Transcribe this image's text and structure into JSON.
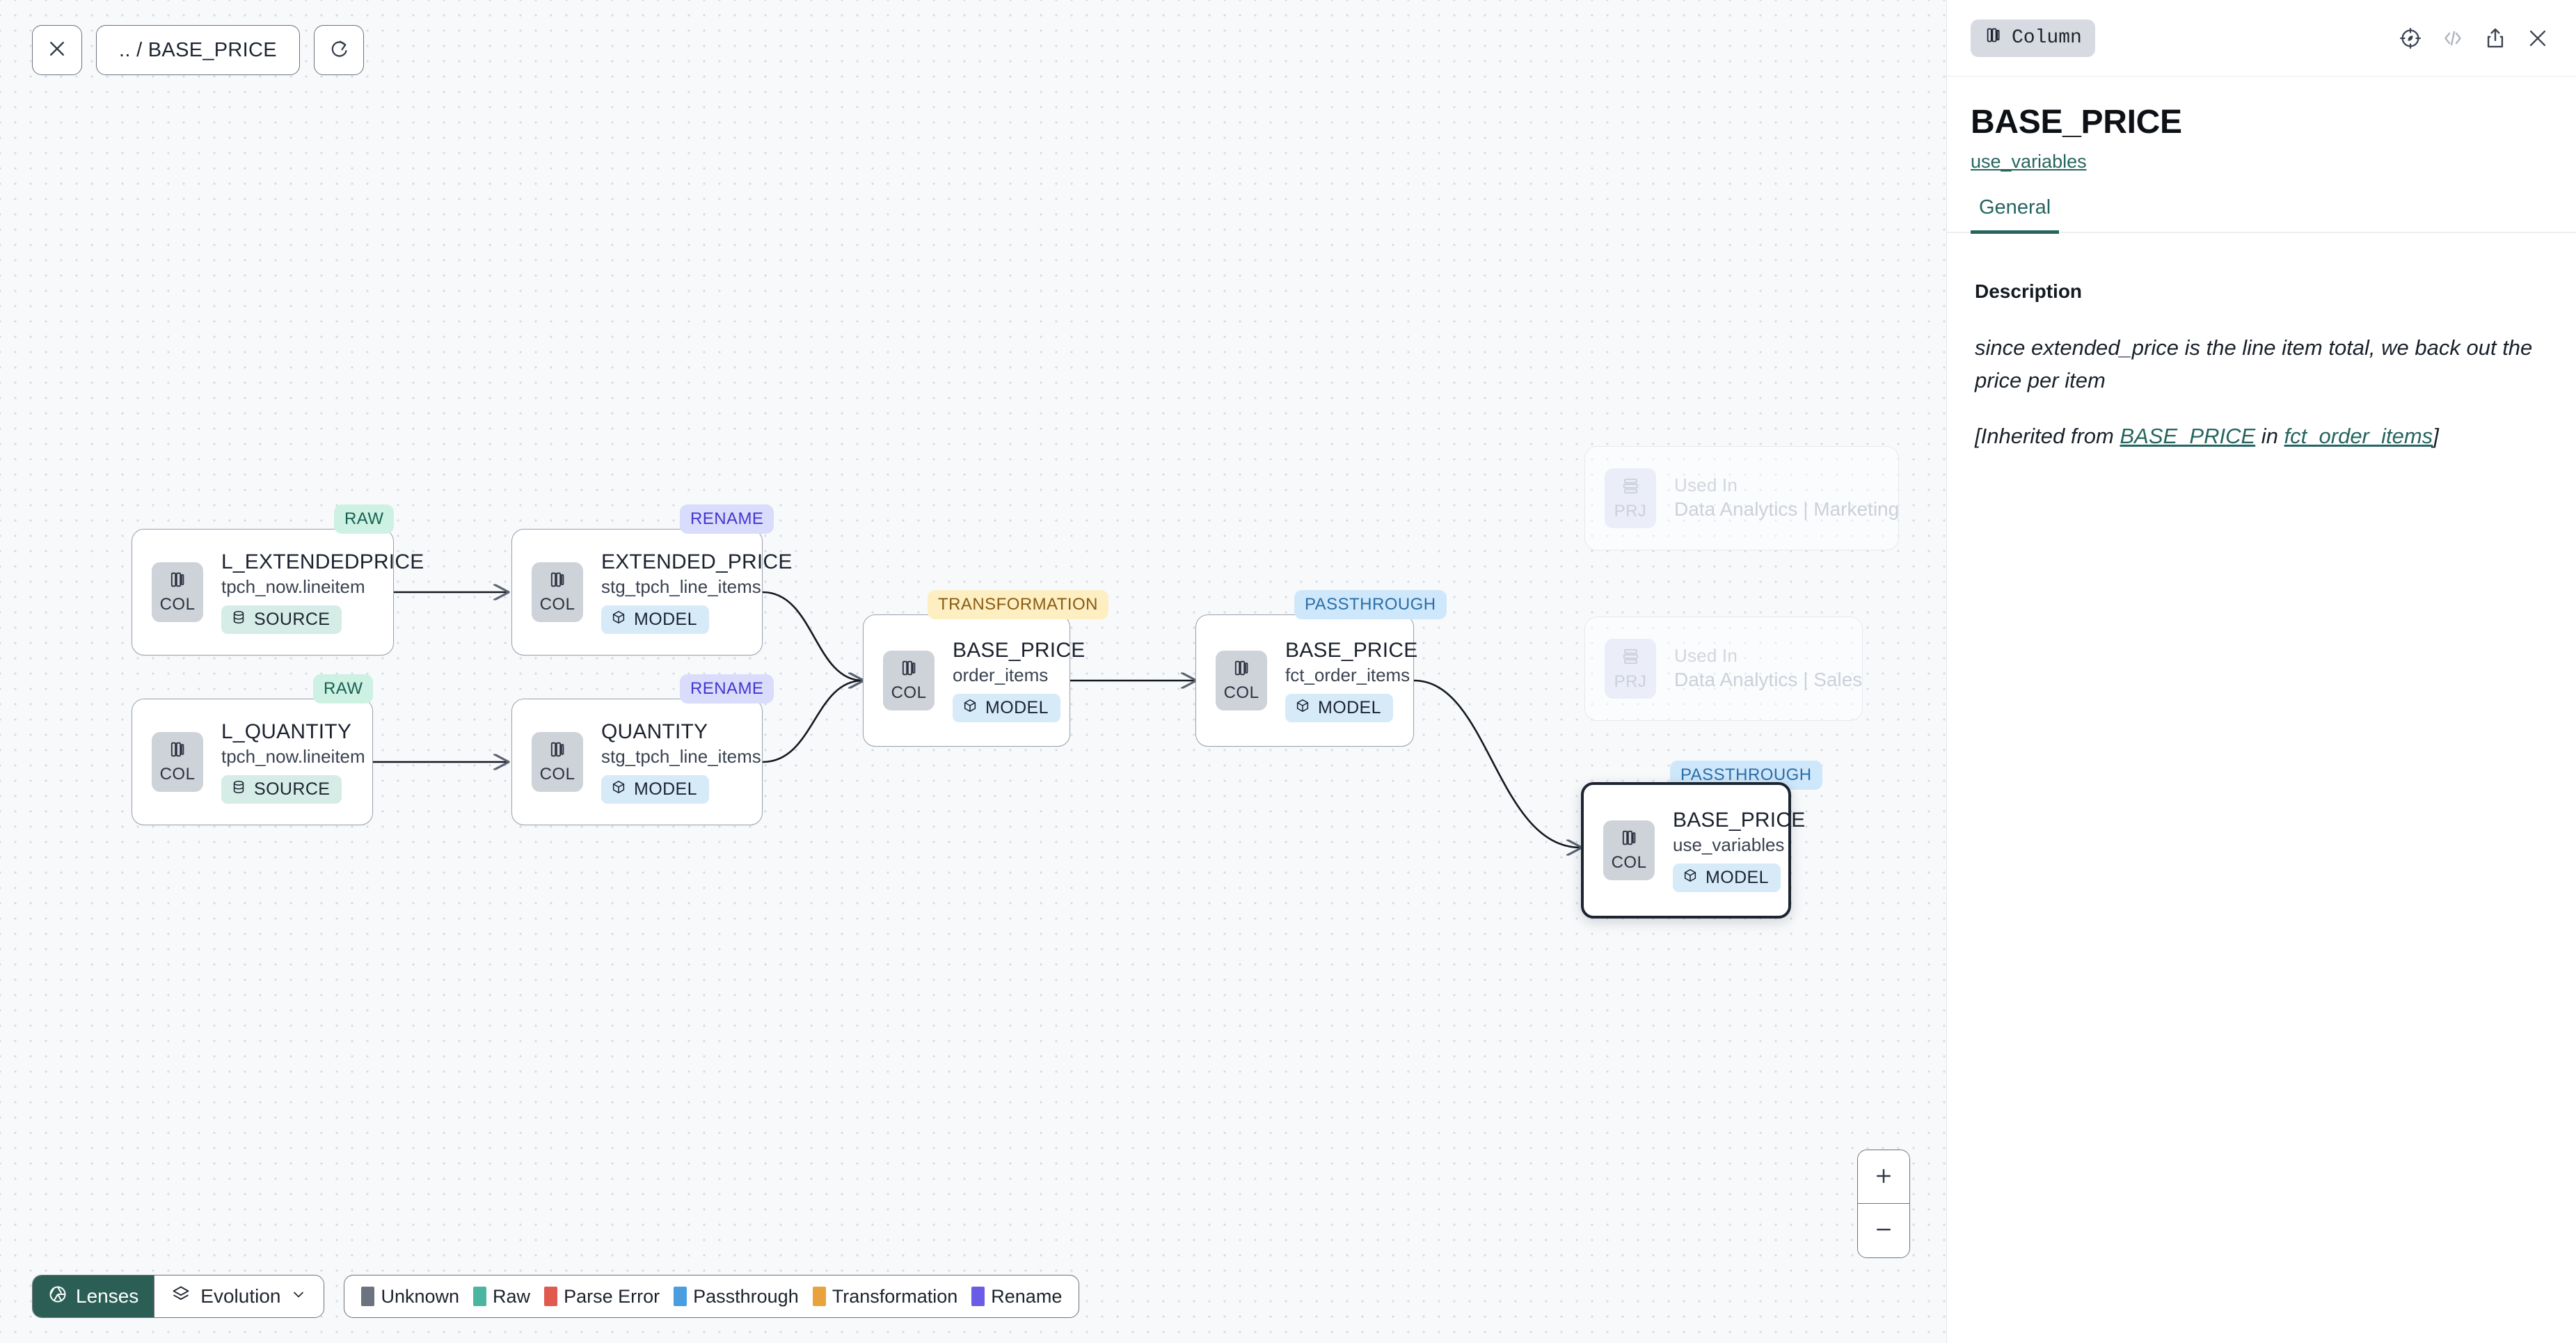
{
  "canvas": {
    "toolbar": {
      "close_icon": "close-icon",
      "path_label": ".. / BASE_PRICE",
      "refresh_icon": "refresh-icon"
    },
    "zoom_controls": {
      "zoom_in_label": "+",
      "zoom_out_label": "–"
    },
    "nodes": [
      {
        "badge": "RAW",
        "title": "L_EXTENDEDPRICE",
        "subtitle": "tpch_now.lineitem",
        "kind": "COL",
        "tag": "SOURCE",
        "tag_icon": "database-icon"
      },
      {
        "badge": "RENAME",
        "title": "EXTENDED_PRICE",
        "subtitle": "stg_tpch_line_items",
        "kind": "COL",
        "tag": "MODEL",
        "tag_icon": "cube-icon"
      },
      {
        "badge": "RAW",
        "title": "L_QUANTITY",
        "subtitle": "tpch_now.lineitem",
        "kind": "COL",
        "tag": "SOURCE",
        "tag_icon": "database-icon"
      },
      {
        "badge": "RENAME",
        "title": "QUANTITY",
        "subtitle": "stg_tpch_line_items",
        "kind": "COL",
        "tag": "MODEL",
        "tag_icon": "cube-icon"
      },
      {
        "badge": "TRANSFORMATION",
        "title": "BASE_PRICE",
        "subtitle": "order_items",
        "kind": "COL",
        "tag": "MODEL",
        "tag_icon": "cube-icon"
      },
      {
        "badge": "PASSTHROUGH",
        "title": "BASE_PRICE",
        "subtitle": "fct_order_items",
        "kind": "COL",
        "tag": "MODEL",
        "tag_icon": "cube-icon"
      },
      {
        "badge": "PASSTHROUGH",
        "title": "BASE_PRICE",
        "subtitle": "use_variables",
        "kind": "COL",
        "tag": "MODEL",
        "tag_icon": "cube-icon"
      }
    ],
    "ghost_nodes": [
      {
        "kind": "PRJ",
        "title": "Used In",
        "subtitle": "Data Analytics | Marketing"
      },
      {
        "kind": "PRJ",
        "title": "Used In",
        "subtitle": "Data Analytics | Sales"
      }
    ],
    "bottom_bar": {
      "lenses_label": "Lenses",
      "lenses_icon": "aperture-icon",
      "evolution_label": "Evolution",
      "evolution_icon": "layers-icon",
      "evolution_chevron": "chevron-down-icon",
      "legend": [
        {
          "label": "Unknown",
          "color": "#6b7280"
        },
        {
          "label": "Raw",
          "color": "#4cb5a0"
        },
        {
          "label": "Parse Error",
          "color": "#e05a4e"
        },
        {
          "label": "Passthrough",
          "color": "#4a9ee0"
        },
        {
          "label": "Transformation",
          "color": "#e8a33d"
        },
        {
          "label": "Rename",
          "color": "#6b5ce7"
        }
      ]
    }
  },
  "panel": {
    "pill_label": "Column",
    "pill_icon": "column-icon",
    "actions": [
      {
        "name": "compass-icon"
      },
      {
        "name": "code-icon"
      },
      {
        "name": "share-icon"
      },
      {
        "name": "close-icon"
      }
    ],
    "title": "BASE_PRICE",
    "model_link": "use_variables",
    "tabs": [
      {
        "label": "General",
        "active": true
      }
    ],
    "description_heading": "Description",
    "description_text": "since extended_price is the line item total, we back out the price per item",
    "inherited_prefix": "[Inherited from ",
    "inherited_column": "BASE_PRICE",
    "inherited_mid": " in ",
    "inherited_model": "fct_order_items",
    "inherited_suffix": "]"
  },
  "colors": {
    "accent_teal": "#26655f",
    "canvas_bg": "#f7f9fb",
    "selected_border": "#1c2430"
  }
}
